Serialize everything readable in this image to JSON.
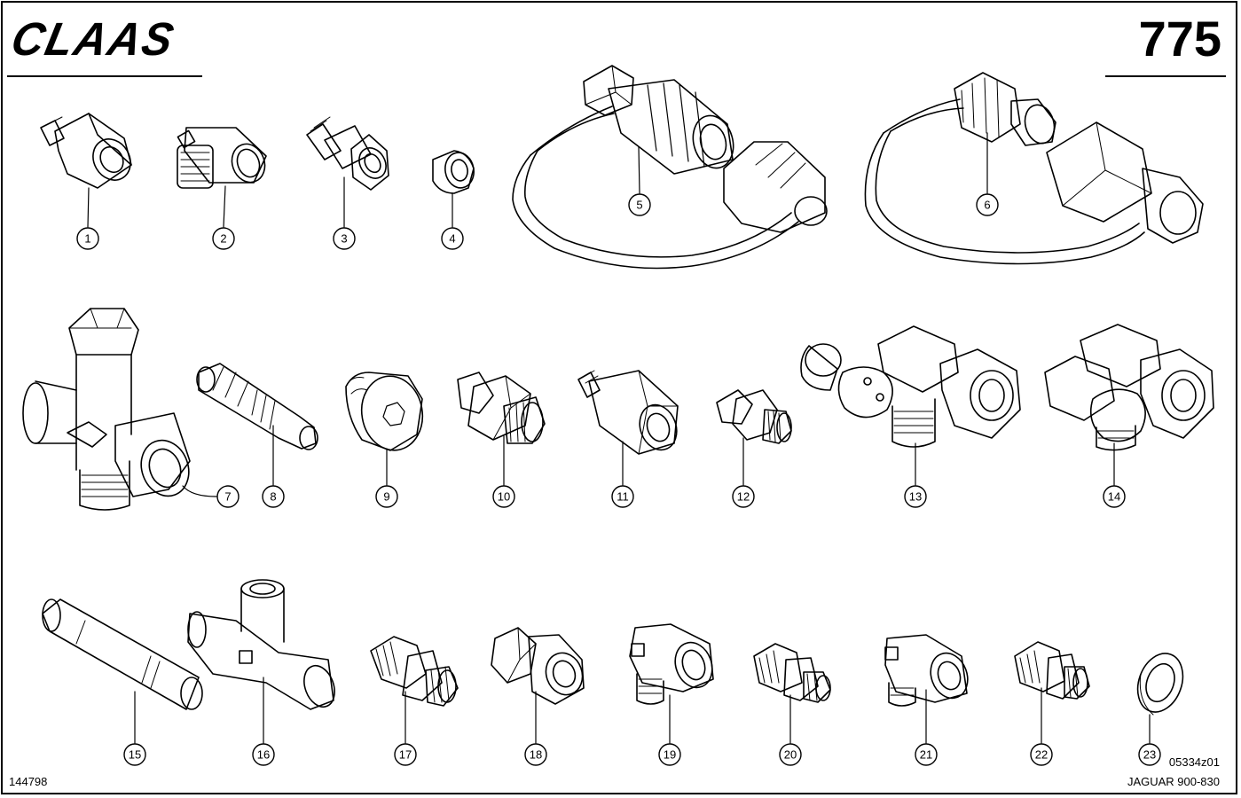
{
  "header": {
    "brand": "CLAAS",
    "page_number": "775"
  },
  "footer": {
    "doc_number": "144798",
    "drawing_code": "05334z01",
    "model": "JAGUAR 900-830"
  },
  "callouts": [
    "1",
    "2",
    "3",
    "4",
    "5",
    "6",
    "7",
    "8",
    "9",
    "10",
    "11",
    "12",
    "13",
    "14",
    "15",
    "16",
    "17",
    "18",
    "19",
    "20",
    "21",
    "22",
    "23"
  ],
  "parts": [
    {
      "label": "1",
      "icon": "adapter-fitting-icon"
    },
    {
      "label": "2",
      "icon": "elbow-fitting-icon"
    },
    {
      "label": "3",
      "icon": "adapter-fitting-icon"
    },
    {
      "label": "4",
      "icon": "sealing-ring-icon"
    },
    {
      "label": "5",
      "icon": "quick-coupling-male-icon"
    },
    {
      "label": "6",
      "icon": "quick-coupling-female-icon"
    },
    {
      "label": "7",
      "icon": "tee-fitting-icon"
    },
    {
      "label": "8",
      "icon": "straight-fitting-icon"
    },
    {
      "label": "9",
      "icon": "plug-icon"
    },
    {
      "label": "10",
      "icon": "reducer-fitting-icon"
    },
    {
      "label": "11",
      "icon": "adapter-fitting-icon"
    },
    {
      "label": "12",
      "icon": "union-fitting-icon"
    },
    {
      "label": "13",
      "icon": "tee-banjo-fitting-icon"
    },
    {
      "label": "14",
      "icon": "tee-banjo-fitting-icon"
    },
    {
      "label": "15",
      "icon": "pipe-icon"
    },
    {
      "label": "16",
      "icon": "tee-fitting-icon"
    },
    {
      "label": "17",
      "icon": "union-fitting-icon"
    },
    {
      "label": "18",
      "icon": "adapter-fitting-icon"
    },
    {
      "label": "19",
      "icon": "elbow-fitting-icon"
    },
    {
      "label": "20",
      "icon": "union-fitting-icon"
    },
    {
      "label": "21",
      "icon": "elbow-fitting-icon"
    },
    {
      "label": "22",
      "icon": "union-fitting-icon"
    },
    {
      "label": "23",
      "icon": "sealing-ring-icon"
    }
  ]
}
